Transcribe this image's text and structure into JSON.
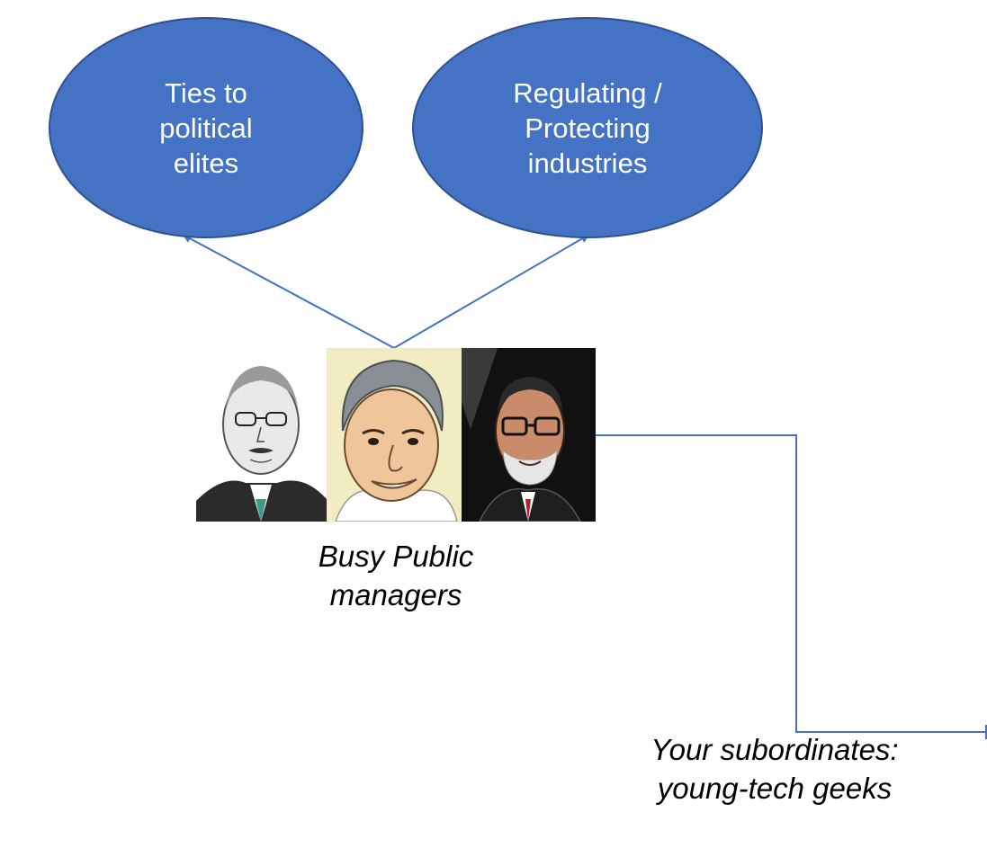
{
  "nodes": {
    "political_ties": "Ties to\npolitical\nelites",
    "regulating_industries": "Regulating /\nProtecting\nindustries",
    "public_managers": "Busy Public\nmanagers",
    "subordinates": "Your subordinates:\nyoung-tech geeks"
  },
  "colors": {
    "node_fill": "#4472c4",
    "node_border": "#2f528f",
    "connector": "#4472c4"
  }
}
